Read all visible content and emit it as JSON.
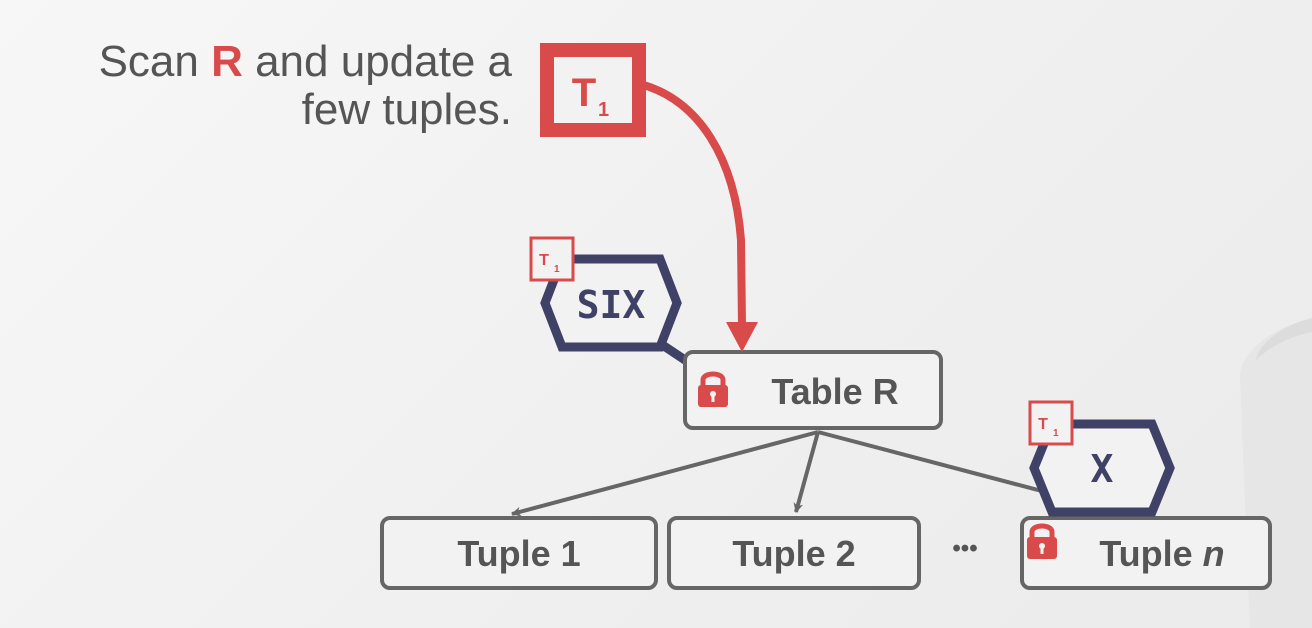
{
  "caption": {
    "before": "Scan ",
    "highlight": "R",
    "after": " and update a few tuples."
  },
  "transaction": {
    "letter": "T",
    "subscript": "1"
  },
  "table_node": {
    "label": "Table R"
  },
  "tuple_nodes": [
    {
      "label": "Tuple 1"
    },
    {
      "label": "Tuple 2"
    },
    {
      "label_prefix": "Tuple ",
      "label_italic": "n"
    }
  ],
  "ellipsis": "•••",
  "locks": [
    {
      "mode": "SIX",
      "holder_letter": "T",
      "holder_subscript": "1"
    },
    {
      "mode": "X",
      "holder_letter": "T",
      "holder_subscript": "1"
    }
  ],
  "colors": {
    "accent": "#d94a4a",
    "lock_outline": "#3f4266",
    "node_border": "#666666",
    "text": "#555555"
  }
}
